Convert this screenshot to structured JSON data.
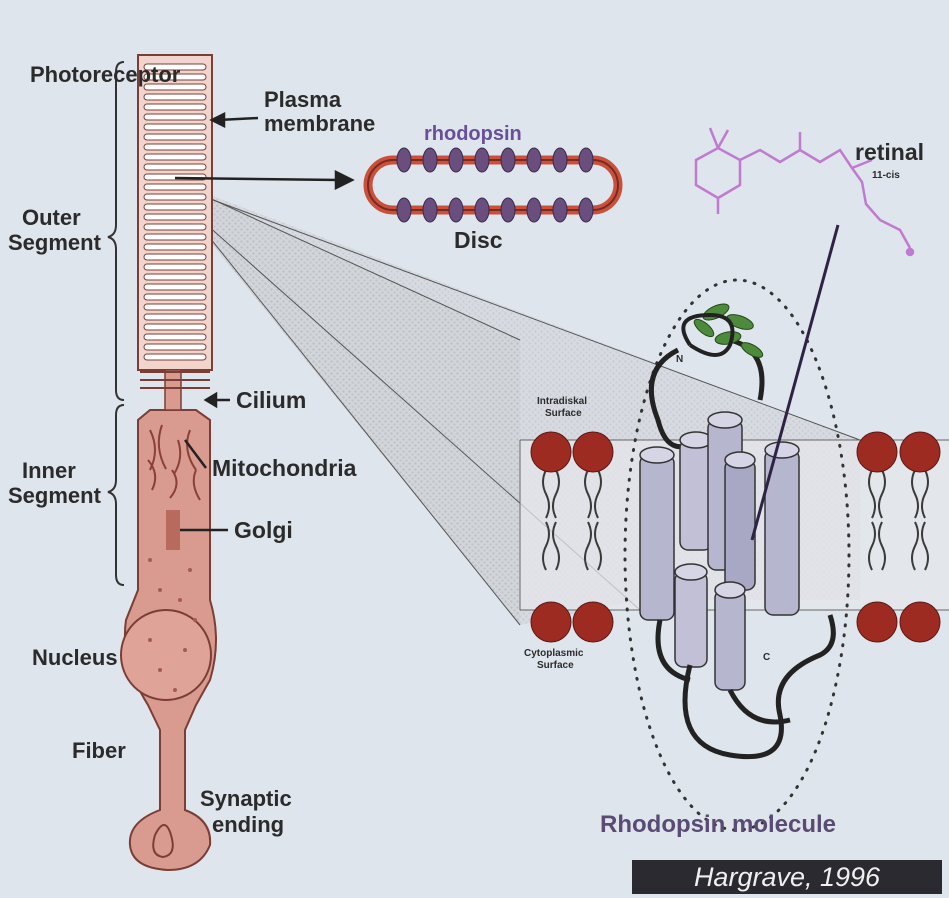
{
  "labels": {
    "photoreceptor": "Photoreceptor",
    "plasma_membrane_line1": "Plasma",
    "plasma_membrane_line2": "membrane",
    "outer_segment_line1": "Outer",
    "outer_segment_line2": "Segment",
    "cilium": "Cilium",
    "inner_segment_line1": "Inner",
    "inner_segment_line2": "Segment",
    "mitochondria": "Mitochondria",
    "golgi": "Golgi",
    "nucleus": "Nucleus",
    "fiber": "Fiber",
    "synaptic_line1": "Synaptic",
    "synaptic_line2": "ending",
    "rhodopsin": "rhodopsin",
    "disc": "Disc",
    "retinal": "retinal",
    "retinal_isomer": "11-cis",
    "intradiskal_line1": "Intradiskal",
    "intradiskal_line2": "Surface",
    "cytoplasmic_line1": "Cytoplasmic",
    "cytoplasmic_line2": "Surface",
    "terminal_n": "N",
    "terminal_c": "C",
    "rhodopsin_molecule": "Rhodopsin molecule"
  },
  "credit": "Hargrave, 1996",
  "colors": {
    "background": "#dfe5ec",
    "cell_fill": "#d99a8f",
    "cell_stroke": "#7a3e36",
    "rhodopsin_ovals": "#6a4e7e",
    "retinal": "#c07ad0",
    "lipid_heads": "#9e2b22",
    "helix": "#b7b6cf",
    "sugar": "#4e8a3c",
    "molecule_label": "#5a4b73",
    "credit_bg": "#2a2a30"
  }
}
